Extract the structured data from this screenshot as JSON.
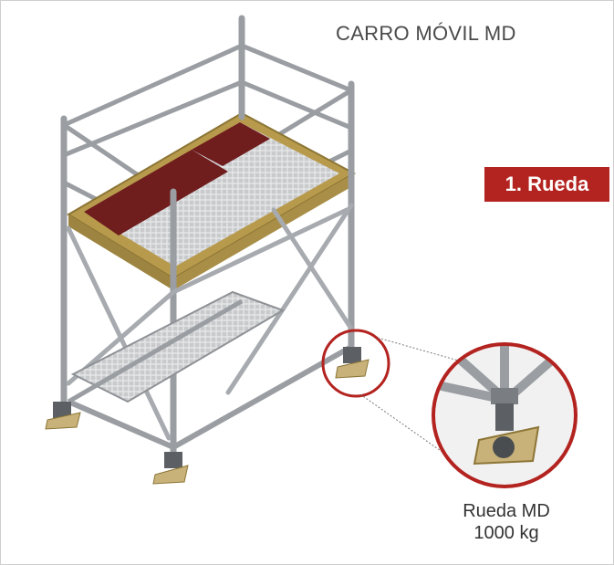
{
  "title": "CARRO MÓVIL MD",
  "section_tag": "1. Rueda",
  "detail": {
    "name": "Rueda MD",
    "capacity": "1000 kg"
  },
  "colors": {
    "accent": "#b3231f",
    "tube": "#9a9ea2",
    "frame_wood": "#b79a4c",
    "plank": "#6f1d1d",
    "wheel": "#c9b27a"
  }
}
